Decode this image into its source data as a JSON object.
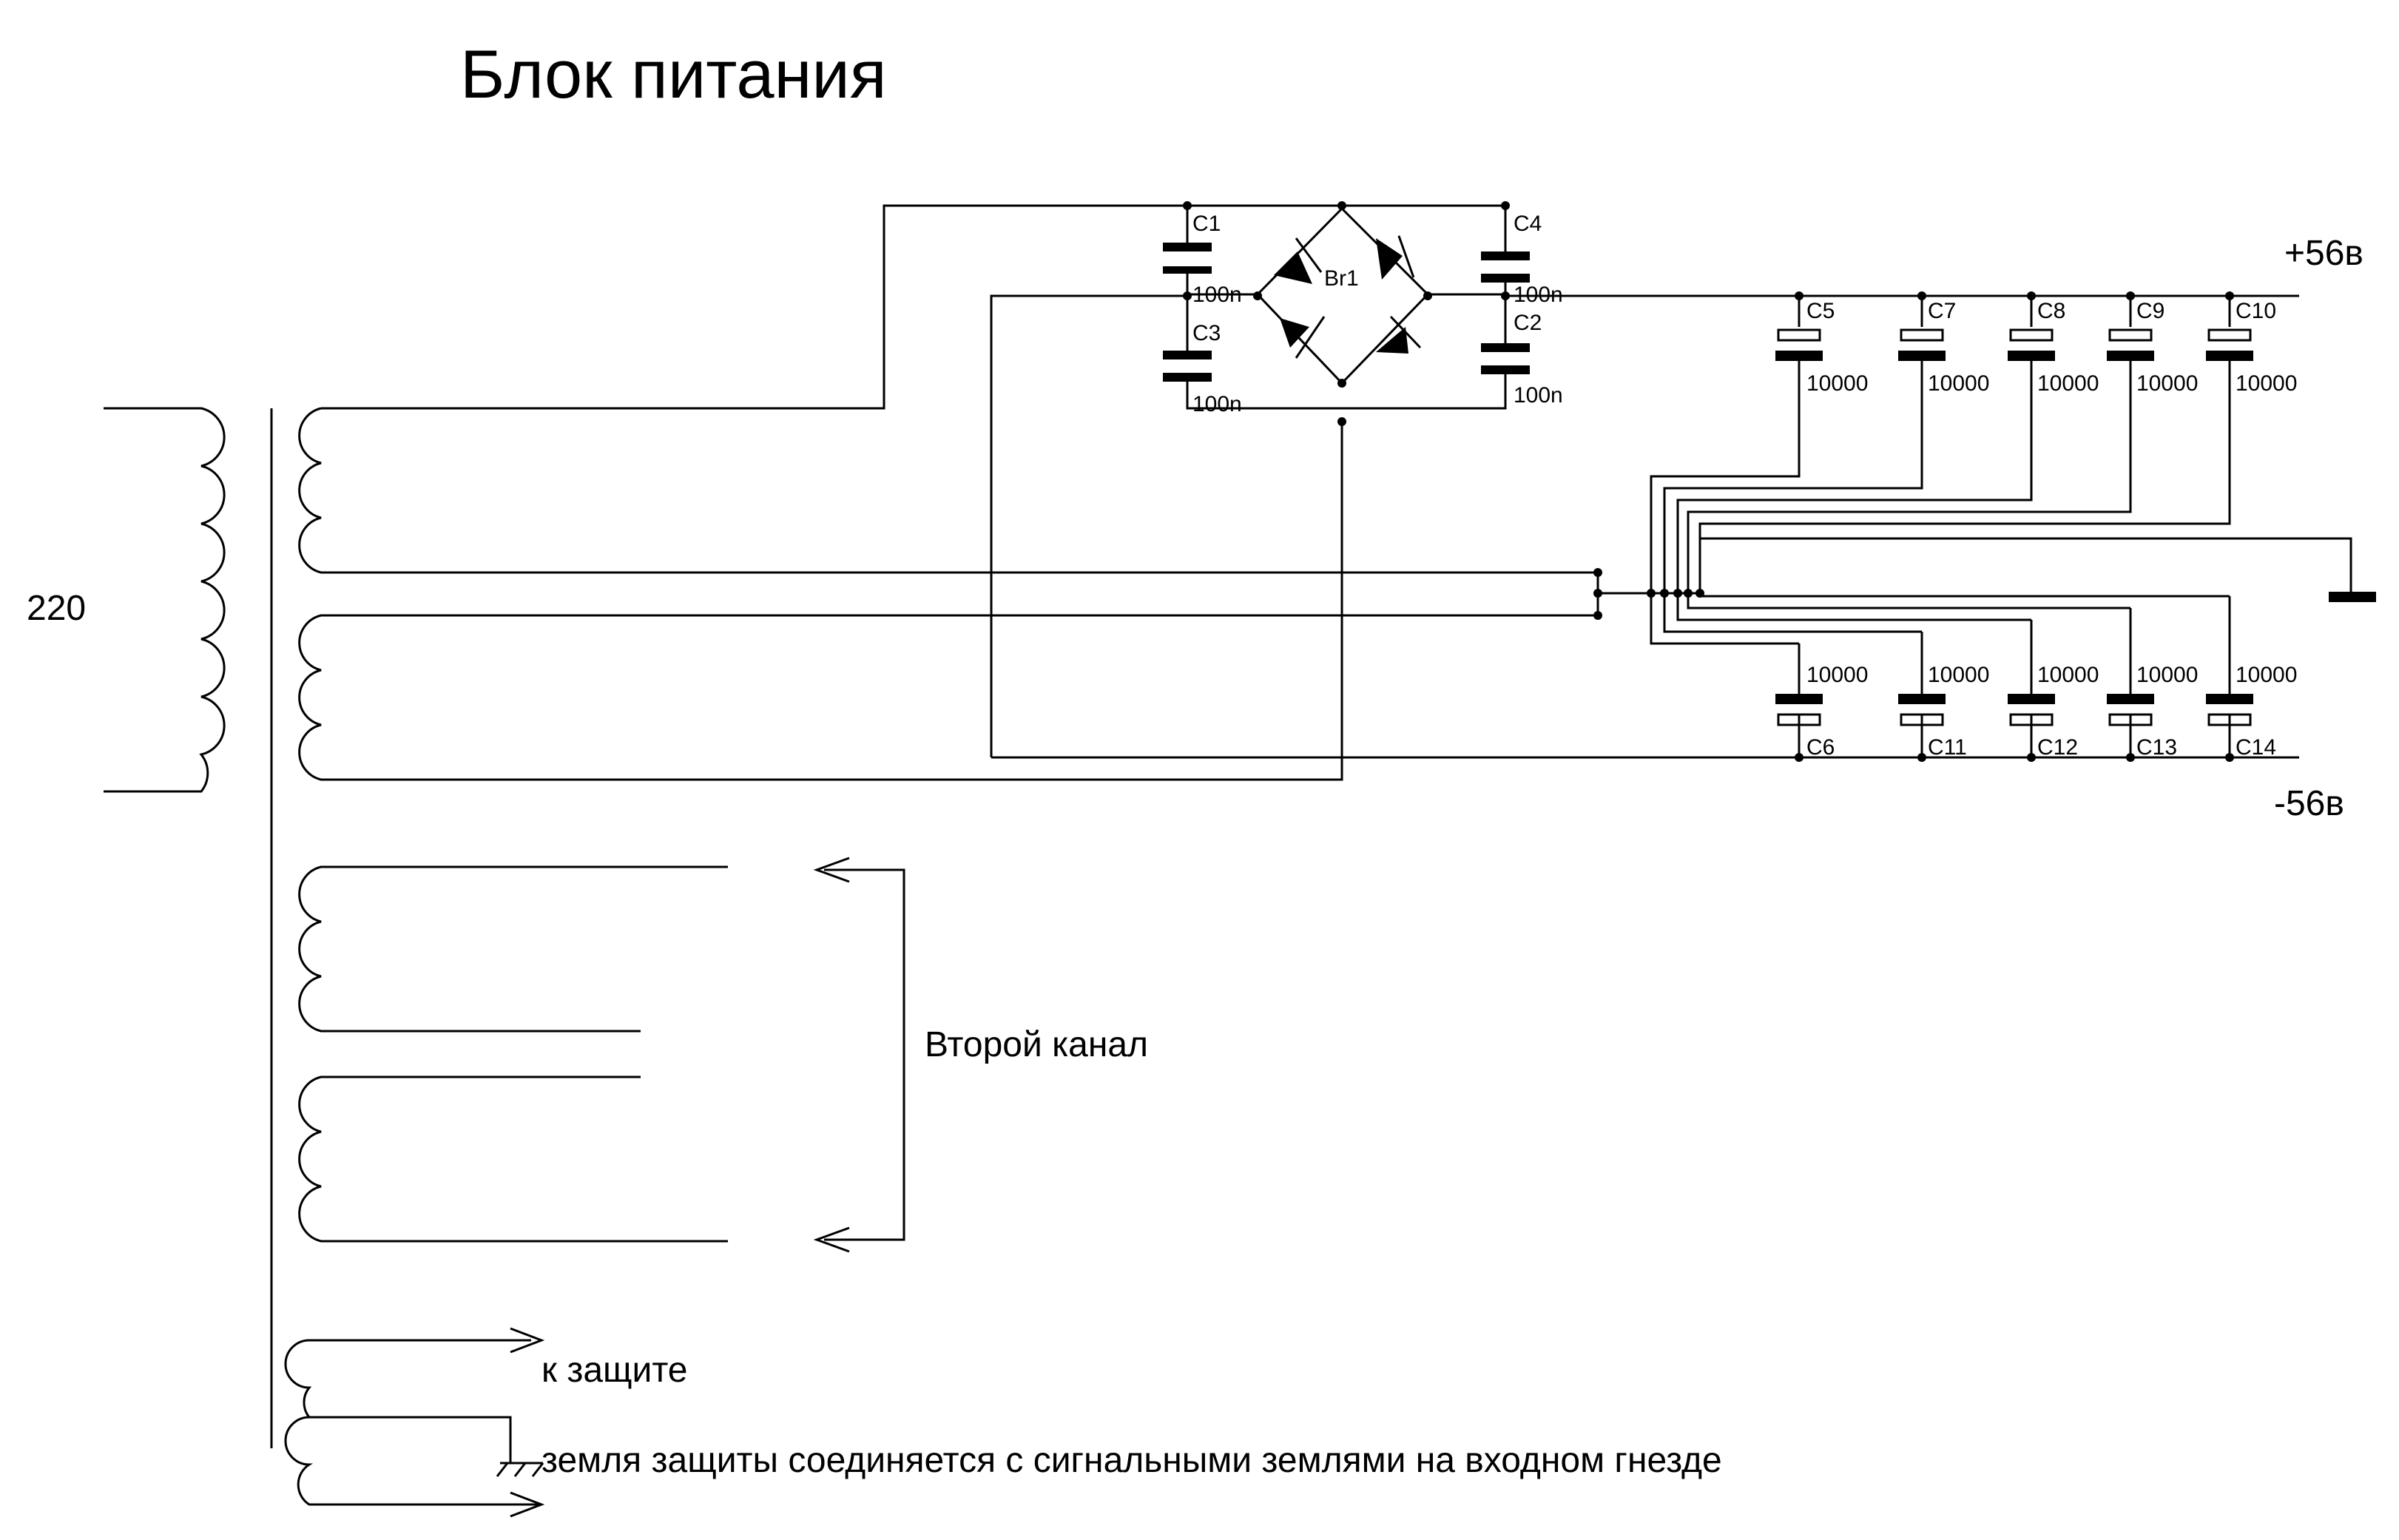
{
  "title": "Блок питания",
  "primary_voltage": "220",
  "rail_positive": "+56в",
  "rail_negative": "-56в",
  "second_channel": "Второй канал",
  "to_protection": "к защите",
  "ground_note": "земля защиты соединяется с сигнальными землями на входном гнезде",
  "bridge": "Br1",
  "small_caps": [
    {
      "ref": "C1",
      "value": "100n"
    },
    {
      "ref": "C3",
      "value": "100n"
    },
    {
      "ref": "C4",
      "value": "100n"
    },
    {
      "ref": "C2",
      "value": "100n"
    }
  ],
  "top_caps": [
    {
      "ref": "C5",
      "value": "10000"
    },
    {
      "ref": "C7",
      "value": "10000"
    },
    {
      "ref": "C8",
      "value": "10000"
    },
    {
      "ref": "C9",
      "value": "10000"
    },
    {
      "ref": "C10",
      "value": "10000"
    }
  ],
  "bottom_caps": [
    {
      "ref": "C6",
      "value": "10000"
    },
    {
      "ref": "C11",
      "value": "10000"
    },
    {
      "ref": "C12",
      "value": "10000"
    },
    {
      "ref": "C13",
      "value": "10000"
    },
    {
      "ref": "C14",
      "value": "10000"
    }
  ]
}
